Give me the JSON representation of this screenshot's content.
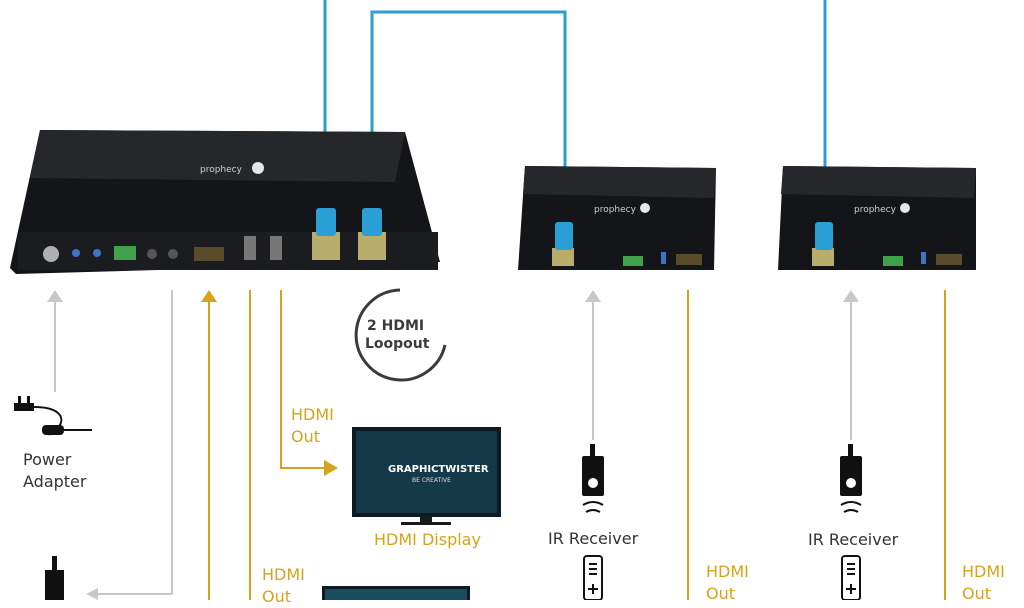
{
  "labels": {
    "hdmi_out_1_line1": "HDMI",
    "hdmi_out_1_line2": "Out",
    "hdmi_out_2_line1": "HDMI",
    "hdmi_out_2_line2": "Out",
    "hdmi_out_3_line1": "HDMI",
    "hdmi_out_3_line2": "Out",
    "hdmi_out_4_line1": "HDMI",
    "hdmi_out_4_line2": "Out",
    "power_adapter_line1": "Power",
    "power_adapter_line2": "Adapter",
    "hdmi_display": "HDMI Display",
    "ir_receiver_1": "IR Receiver",
    "ir_receiver_2": "IR Receiver",
    "loopout_line1": "2 HDMI",
    "loopout_line2": "Loopout"
  },
  "devices": {
    "brand": "prophecy",
    "tv_line1": "GRAPHICTWISTER",
    "tv_line2": "BE CREATIVE"
  },
  "colors": {
    "cable_blue": "#2a9fd6",
    "signal_orange": "#d9a21b",
    "arrow_gray": "#c8c8c8",
    "device_body": "#1d1f22"
  }
}
